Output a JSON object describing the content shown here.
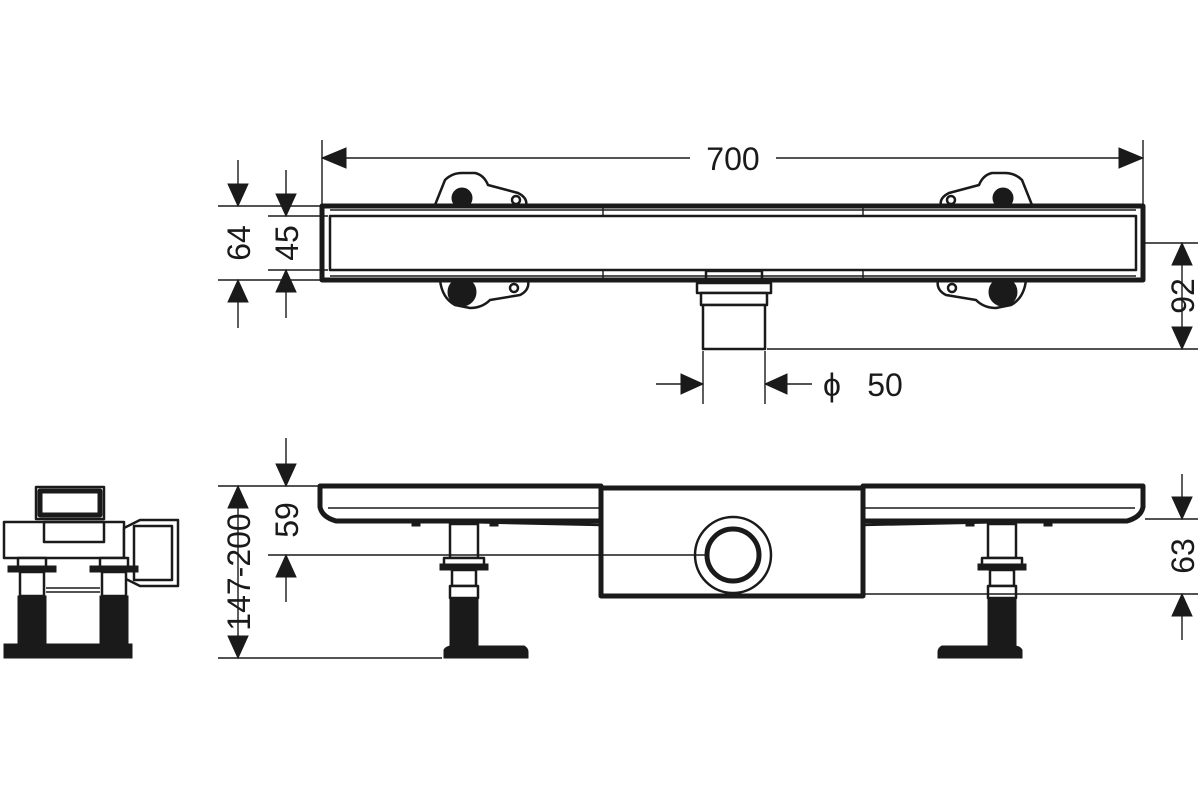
{
  "dimensions": {
    "length": "700",
    "height_total": "64",
    "height_inner": "45",
    "outlet_depth": "92",
    "outlet_diameter_symbol": "ϕ",
    "outlet_diameter": "50",
    "install_height": "147-200",
    "outlet_center": "59",
    "channel_depth": "63"
  }
}
